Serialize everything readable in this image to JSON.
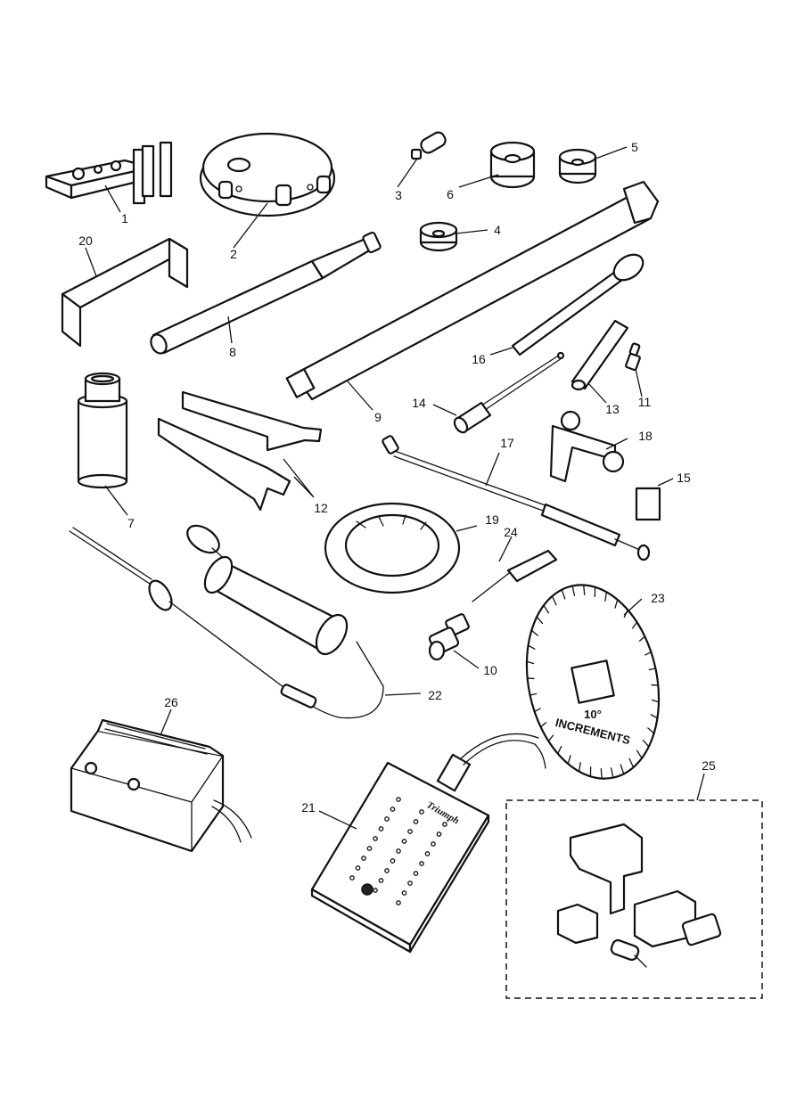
{
  "callouts": [
    {
      "id": "1",
      "label": "1"
    },
    {
      "id": "2",
      "label": "2"
    },
    {
      "id": "3",
      "label": "3"
    },
    {
      "id": "4",
      "label": "4"
    },
    {
      "id": "5",
      "label": "5"
    },
    {
      "id": "6",
      "label": "6"
    },
    {
      "id": "7",
      "label": "7"
    },
    {
      "id": "8",
      "label": "8"
    },
    {
      "id": "9",
      "label": "9"
    },
    {
      "id": "10",
      "label": "10"
    },
    {
      "id": "11",
      "label": "11"
    },
    {
      "id": "12",
      "label": "12"
    },
    {
      "id": "13",
      "label": "13"
    },
    {
      "id": "14",
      "label": "14"
    },
    {
      "id": "15",
      "label": "15"
    },
    {
      "id": "16",
      "label": "16"
    },
    {
      "id": "17",
      "label": "17"
    },
    {
      "id": "18",
      "label": "18"
    },
    {
      "id": "19",
      "label": "19"
    },
    {
      "id": "20",
      "label": "20"
    },
    {
      "id": "21",
      "label": "21"
    },
    {
      "id": "22",
      "label": "22"
    },
    {
      "id": "23",
      "label": "23"
    },
    {
      "id": "24",
      "label": "24"
    },
    {
      "id": "25",
      "label": "25"
    },
    {
      "id": "26",
      "label": "26"
    }
  ],
  "dial": {
    "line1": "10°",
    "line2": "INCREMENTS"
  },
  "tester": {
    "brand": "Triumph"
  }
}
